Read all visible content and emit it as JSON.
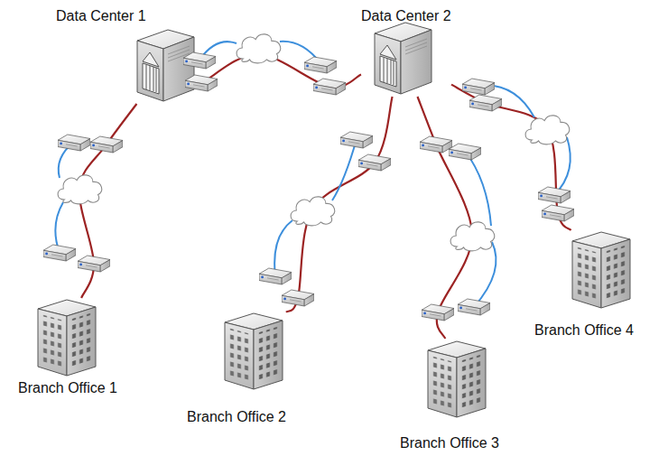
{
  "diagram": {
    "nodes": [
      {
        "text": [
          "Data Center 1"
        ]
      },
      {
        "text": [
          "Data Center 2"
        ]
      },
      {
        "text": [
          "Branch Office 1"
        ]
      },
      {
        "text": [
          "Branch Office 2"
        ]
      },
      {
        "text": [
          "Branch Office 3"
        ]
      },
      {
        "text": [
          "Branch Office 4"
        ]
      }
    ],
    "edges": [
      {
        "from": 0,
        "to": 1,
        "arrow": "none"
      },
      {
        "from": 0,
        "to": 2,
        "arrow": "none"
      },
      {
        "from": 1,
        "to": 3,
        "arrow": "none"
      },
      {
        "from": 1,
        "to": 4,
        "arrow": "none"
      },
      {
        "from": 1,
        "to": 5,
        "arrow": "none"
      }
    ]
  }
}
